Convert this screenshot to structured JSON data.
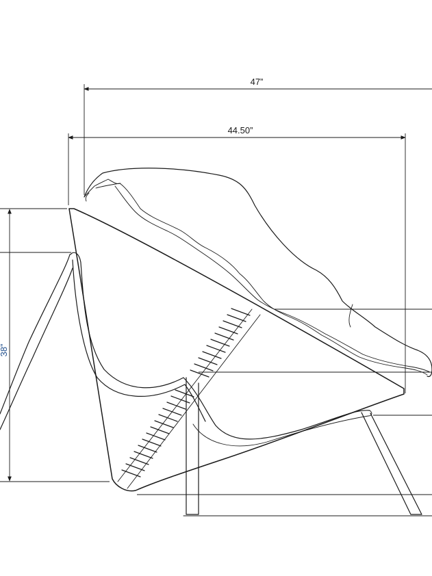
{
  "dimensions": {
    "overall_width": "47”",
    "seat_width": "44.50”",
    "height": "38”"
  }
}
